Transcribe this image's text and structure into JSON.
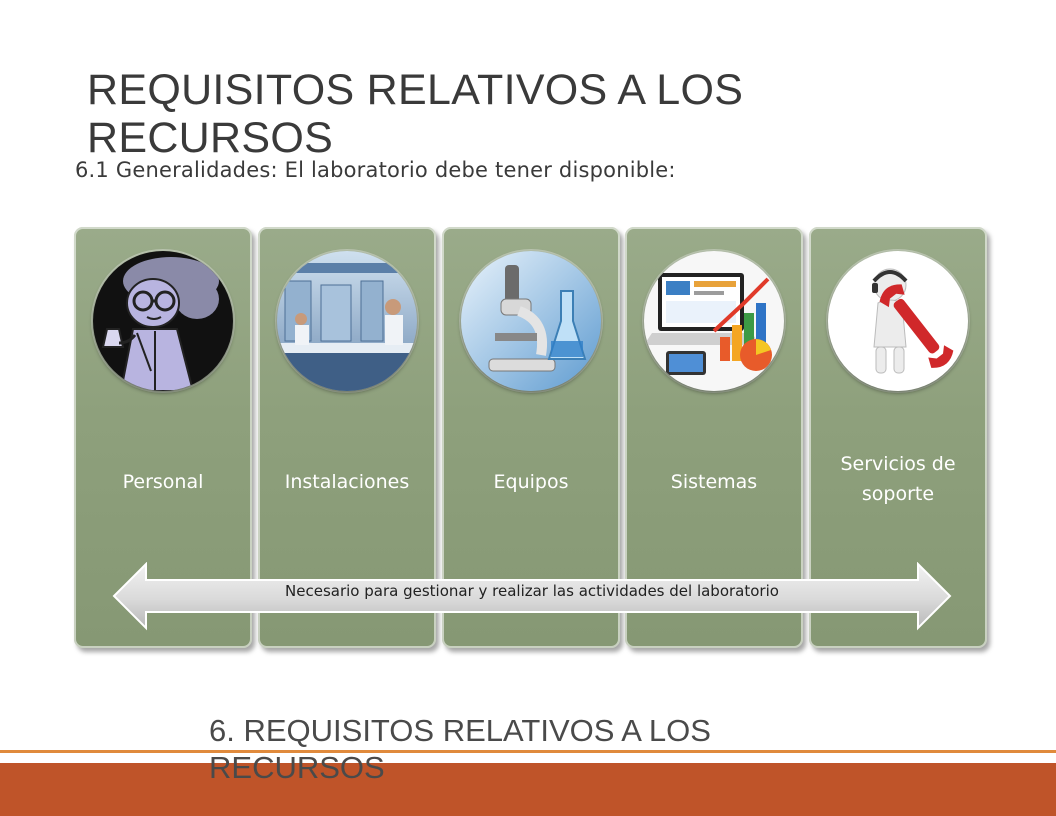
{
  "slide": {
    "title": "REQUISITOS RELATIVOS A LOS RECURSOS",
    "subtitle": "6.1 Generalidades: El laboratorio debe tener disponible:",
    "footer_title": "6. REQUISITOS RELATIVOS A LOS RECURSOS"
  },
  "cards": [
    {
      "label": "Personal",
      "icon": "scientist-icon"
    },
    {
      "label": "Instalaciones",
      "icon": "laboratory-icon"
    },
    {
      "label": "Equipos",
      "icon": "microscope-icon"
    },
    {
      "label": "Sistemas",
      "icon": "computer-charts-icon"
    },
    {
      "label": "Servicios de soporte",
      "icon": "wrench-support-icon"
    }
  ],
  "arrow": {
    "text": "Necesario para gestionar y realizar las actividades del laboratorio"
  },
  "colors": {
    "card_fill": "#8ea07c",
    "footer_bar": "#bf5429",
    "footer_line": "#e08a3c",
    "title_text": "#3a3a3a"
  }
}
